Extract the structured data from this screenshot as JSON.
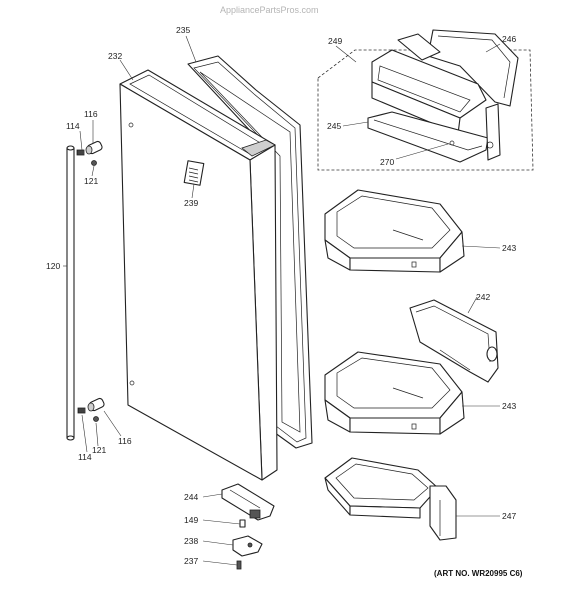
{
  "watermark": "AppliancePartsPros.com",
  "art_number": "(ART NO. WR20995 C6)",
  "callouts": {
    "c232": "232",
    "c235": "235",
    "c249": "249",
    "c246": "246",
    "c245": "245",
    "c270": "270",
    "c116a": "116",
    "c114a": "114",
    "c121a": "121",
    "c239": "239",
    "c120": "120",
    "c243a": "243",
    "c242": "242",
    "c243b": "243",
    "c114b": "114",
    "c121b": "121",
    "c116b": "116",
    "c244": "244",
    "c149": "149",
    "c238": "238",
    "c237": "237",
    "c247": "247"
  }
}
